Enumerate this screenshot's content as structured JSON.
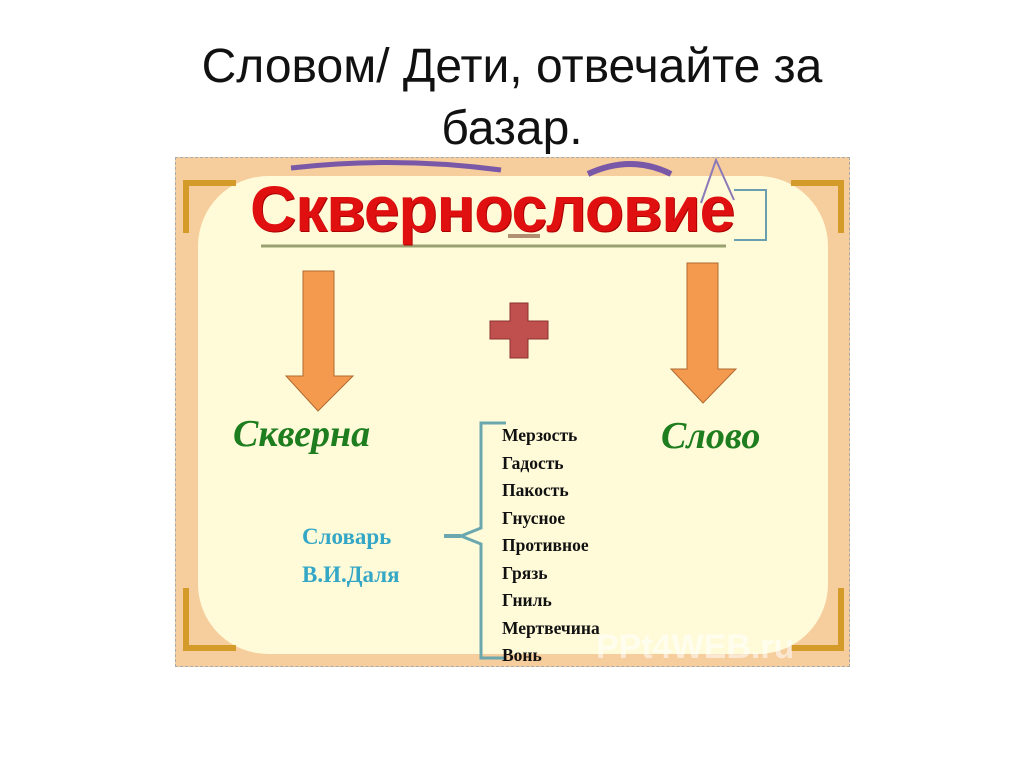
{
  "slide": {
    "title_line1": "Словом/ Дети, отвечайте за",
    "title_line2": "базар."
  },
  "image": {
    "main_word": "Сквернословие",
    "left_part": "Скверна",
    "right_part": "Слово",
    "dictionary_line1": "Словарь",
    "dictionary_line2": "В.И.Даля",
    "synonyms": [
      "Мерзость",
      "Гадость",
      "Пакость",
      "Гнусное",
      "Противное",
      "Грязь",
      "Гниль",
      "Мертвечина",
      "Вонь"
    ],
    "watermark": "PPt4WEB.ru",
    "colors": {
      "main_word": "#e01010",
      "parts": "#1e7d1e",
      "dictionary": "#35a7c6",
      "arrow": "#f39a4e",
      "plus": "#c0504d",
      "background": "#f6cd9c",
      "panel": "#fffbd9"
    }
  }
}
